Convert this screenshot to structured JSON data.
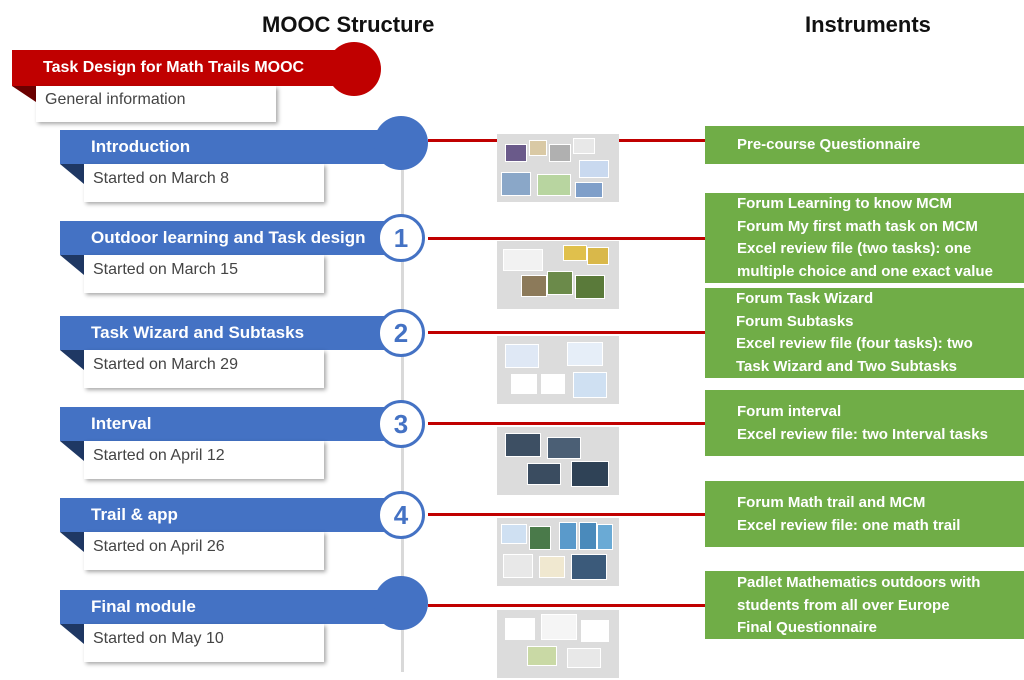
{
  "headers": {
    "mooc_structure": "MOOC Structure",
    "instruments": "Instruments"
  },
  "course": {
    "title": "Task Design for Math Trails MOOC",
    "subtitle": "General information"
  },
  "modules": [
    {
      "title": "Introduction",
      "date": "Started on March 8",
      "number": ""
    },
    {
      "title": "Outdoor learning and Task design",
      "date": "Started on March 15",
      "number": "1"
    },
    {
      "title": "Task Wizard and Subtasks",
      "date": "Started on March 29",
      "number": "2"
    },
    {
      "title": "Interval",
      "date": "Started on April 12",
      "number": "3"
    },
    {
      "title": "Trail & app",
      "date": "Started on April 26",
      "number": "4"
    },
    {
      "title": "Final module",
      "date": "Started on May 10",
      "number": ""
    }
  ],
  "instruments": [
    {
      "lines": [
        "Pre-course Questionnaire"
      ]
    },
    {
      "lines": [
        "Forum Learning to know MCM",
        "Forum My first math task on MCM",
        "Excel review file (two tasks): one",
        "multiple choice and one exact value"
      ]
    },
    {
      "lines": [
        "Forum Task Wizard",
        "Forum Subtasks",
        "Excel review file (four tasks): two",
        "Task Wizard and Two Subtasks"
      ]
    },
    {
      "lines": [
        "Forum interval",
        "Excel review file: two Interval tasks"
      ]
    },
    {
      "lines": [
        "Forum Math trail and MCM",
        "Excel review file: one math trail"
      ]
    },
    {
      "lines": [
        "Padlet Mathematics outdoors with",
        "students from all over Europe",
        "Final Questionnaire"
      ]
    }
  ],
  "colors": {
    "course_red": "#c00000",
    "module_blue": "#4472c4",
    "instrument_green": "#70ad47",
    "connector_red": "#c00000"
  }
}
